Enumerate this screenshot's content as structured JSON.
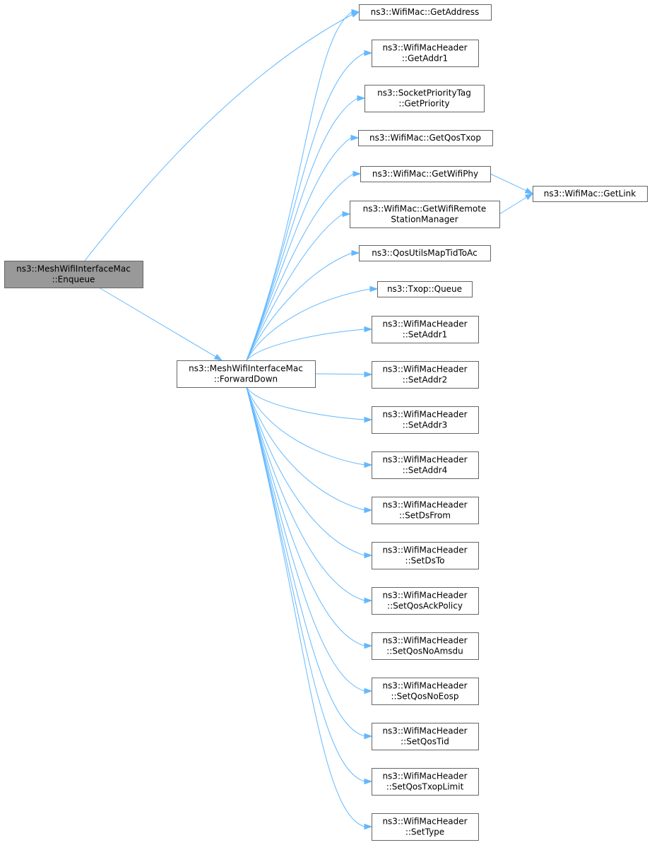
{
  "nodes": {
    "enqueue": {
      "lines": [
        "ns3::MeshWifiInterfaceMac",
        "::Enqueue"
      ]
    },
    "forward_down": {
      "lines": [
        "ns3::MeshWifiInterfaceMac",
        "::ForwardDown"
      ]
    },
    "get_address": {
      "lines": [
        "ns3::WifiMac::GetAddress"
      ]
    },
    "get_addr1": {
      "lines": [
        "ns3::WifiMacHeader",
        "::GetAddr1"
      ]
    },
    "get_priority": {
      "lines": [
        "ns3::SocketPriorityTag",
        "::GetPriority"
      ]
    },
    "get_qos_txop": {
      "lines": [
        "ns3::WifiMac::GetQosTxop"
      ]
    },
    "get_wifi_phy": {
      "lines": [
        "ns3::WifiMac::GetWifiPhy"
      ]
    },
    "get_wifi_remote": {
      "lines": [
        "ns3::WifiMac::GetWifiRemote",
        "StationManager"
      ]
    },
    "get_link": {
      "lines": [
        "ns3::WifiMac::GetLink"
      ]
    },
    "qos_map": {
      "lines": [
        "ns3::QosUtilsMapTidToAc"
      ]
    },
    "txop_queue": {
      "lines": [
        "ns3::Txop::Queue"
      ]
    },
    "set_addr1": {
      "lines": [
        "ns3::WifiMacHeader",
        "::SetAddr1"
      ]
    },
    "set_addr2": {
      "lines": [
        "ns3::WifiMacHeader",
        "::SetAddr2"
      ]
    },
    "set_addr3": {
      "lines": [
        "ns3::WifiMacHeader",
        "::SetAddr3"
      ]
    },
    "set_addr4": {
      "lines": [
        "ns3::WifiMacHeader",
        "::SetAddr4"
      ]
    },
    "set_ds_from": {
      "lines": [
        "ns3::WifiMacHeader",
        "::SetDsFrom"
      ]
    },
    "set_ds_to": {
      "lines": [
        "ns3::WifiMacHeader",
        "::SetDsTo"
      ]
    },
    "set_qos_ack_policy": {
      "lines": [
        "ns3::WifiMacHeader",
        "::SetQosAckPolicy"
      ]
    },
    "set_qos_no_amsdu": {
      "lines": [
        "ns3::WifiMacHeader",
        "::SetQosNoAmsdu"
      ]
    },
    "set_qos_no_eosp": {
      "lines": [
        "ns3::WifiMacHeader",
        "::SetQosNoEosp"
      ]
    },
    "set_qos_tid": {
      "lines": [
        "ns3::WifiMacHeader",
        "::SetQosTid"
      ]
    },
    "set_qos_txop_limit": {
      "lines": [
        "ns3::WifiMacHeader",
        "::SetQosTxopLimit"
      ]
    },
    "set_type": {
      "lines": [
        "ns3::WifiMacHeader",
        "::SetType"
      ]
    }
  },
  "edges": [
    [
      "enqueue",
      "get_address"
    ],
    [
      "enqueue",
      "forward_down"
    ],
    [
      "forward_down",
      "get_address"
    ],
    [
      "forward_down",
      "get_addr1"
    ],
    [
      "forward_down",
      "get_priority"
    ],
    [
      "forward_down",
      "get_qos_txop"
    ],
    [
      "forward_down",
      "get_wifi_phy"
    ],
    [
      "forward_down",
      "get_wifi_remote"
    ],
    [
      "forward_down",
      "qos_map"
    ],
    [
      "forward_down",
      "txop_queue"
    ],
    [
      "forward_down",
      "set_addr1"
    ],
    [
      "forward_down",
      "set_addr2"
    ],
    [
      "forward_down",
      "set_addr3"
    ],
    [
      "forward_down",
      "set_addr4"
    ],
    [
      "forward_down",
      "set_ds_from"
    ],
    [
      "forward_down",
      "set_ds_to"
    ],
    [
      "forward_down",
      "set_qos_ack_policy"
    ],
    [
      "forward_down",
      "set_qos_no_amsdu"
    ],
    [
      "forward_down",
      "set_qos_no_eosp"
    ],
    [
      "forward_down",
      "set_qos_tid"
    ],
    [
      "forward_down",
      "set_qos_txop_limit"
    ],
    [
      "forward_down",
      "set_type"
    ],
    [
      "get_wifi_phy",
      "get_link"
    ],
    [
      "get_wifi_remote",
      "get_link"
    ]
  ],
  "colors": {
    "edge": "#63b8ff",
    "root_fill": "#999999",
    "node_border": "#666666"
  }
}
